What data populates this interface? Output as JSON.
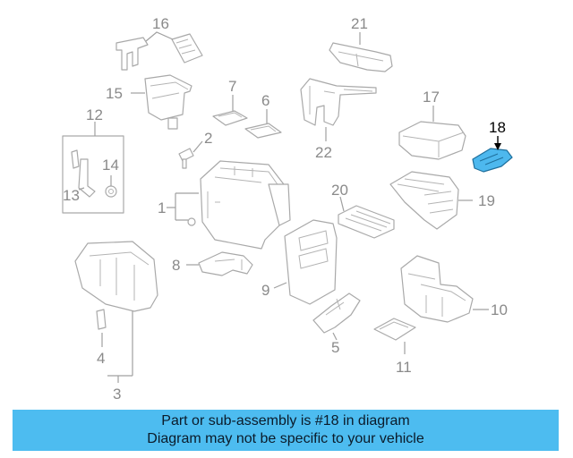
{
  "callouts": {
    "c1": "1",
    "c2": "2",
    "c3": "3",
    "c4": "4",
    "c5": "5",
    "c6": "6",
    "c7": "7",
    "c8": "8",
    "c9": "9",
    "c10": "10",
    "c11": "11",
    "c12": "12",
    "c13": "13",
    "c14": "14",
    "c15": "15",
    "c16": "16",
    "c17": "17",
    "c18": "18",
    "c19": "19",
    "c20": "20",
    "c21": "21",
    "c22": "22"
  },
  "highlight_color": "#4db8ee",
  "banner": {
    "line1": "Part or sub-assembly is #18 in diagram",
    "line2": "Diagram may not be specific to your vehicle",
    "color": "#4dbcf0"
  }
}
